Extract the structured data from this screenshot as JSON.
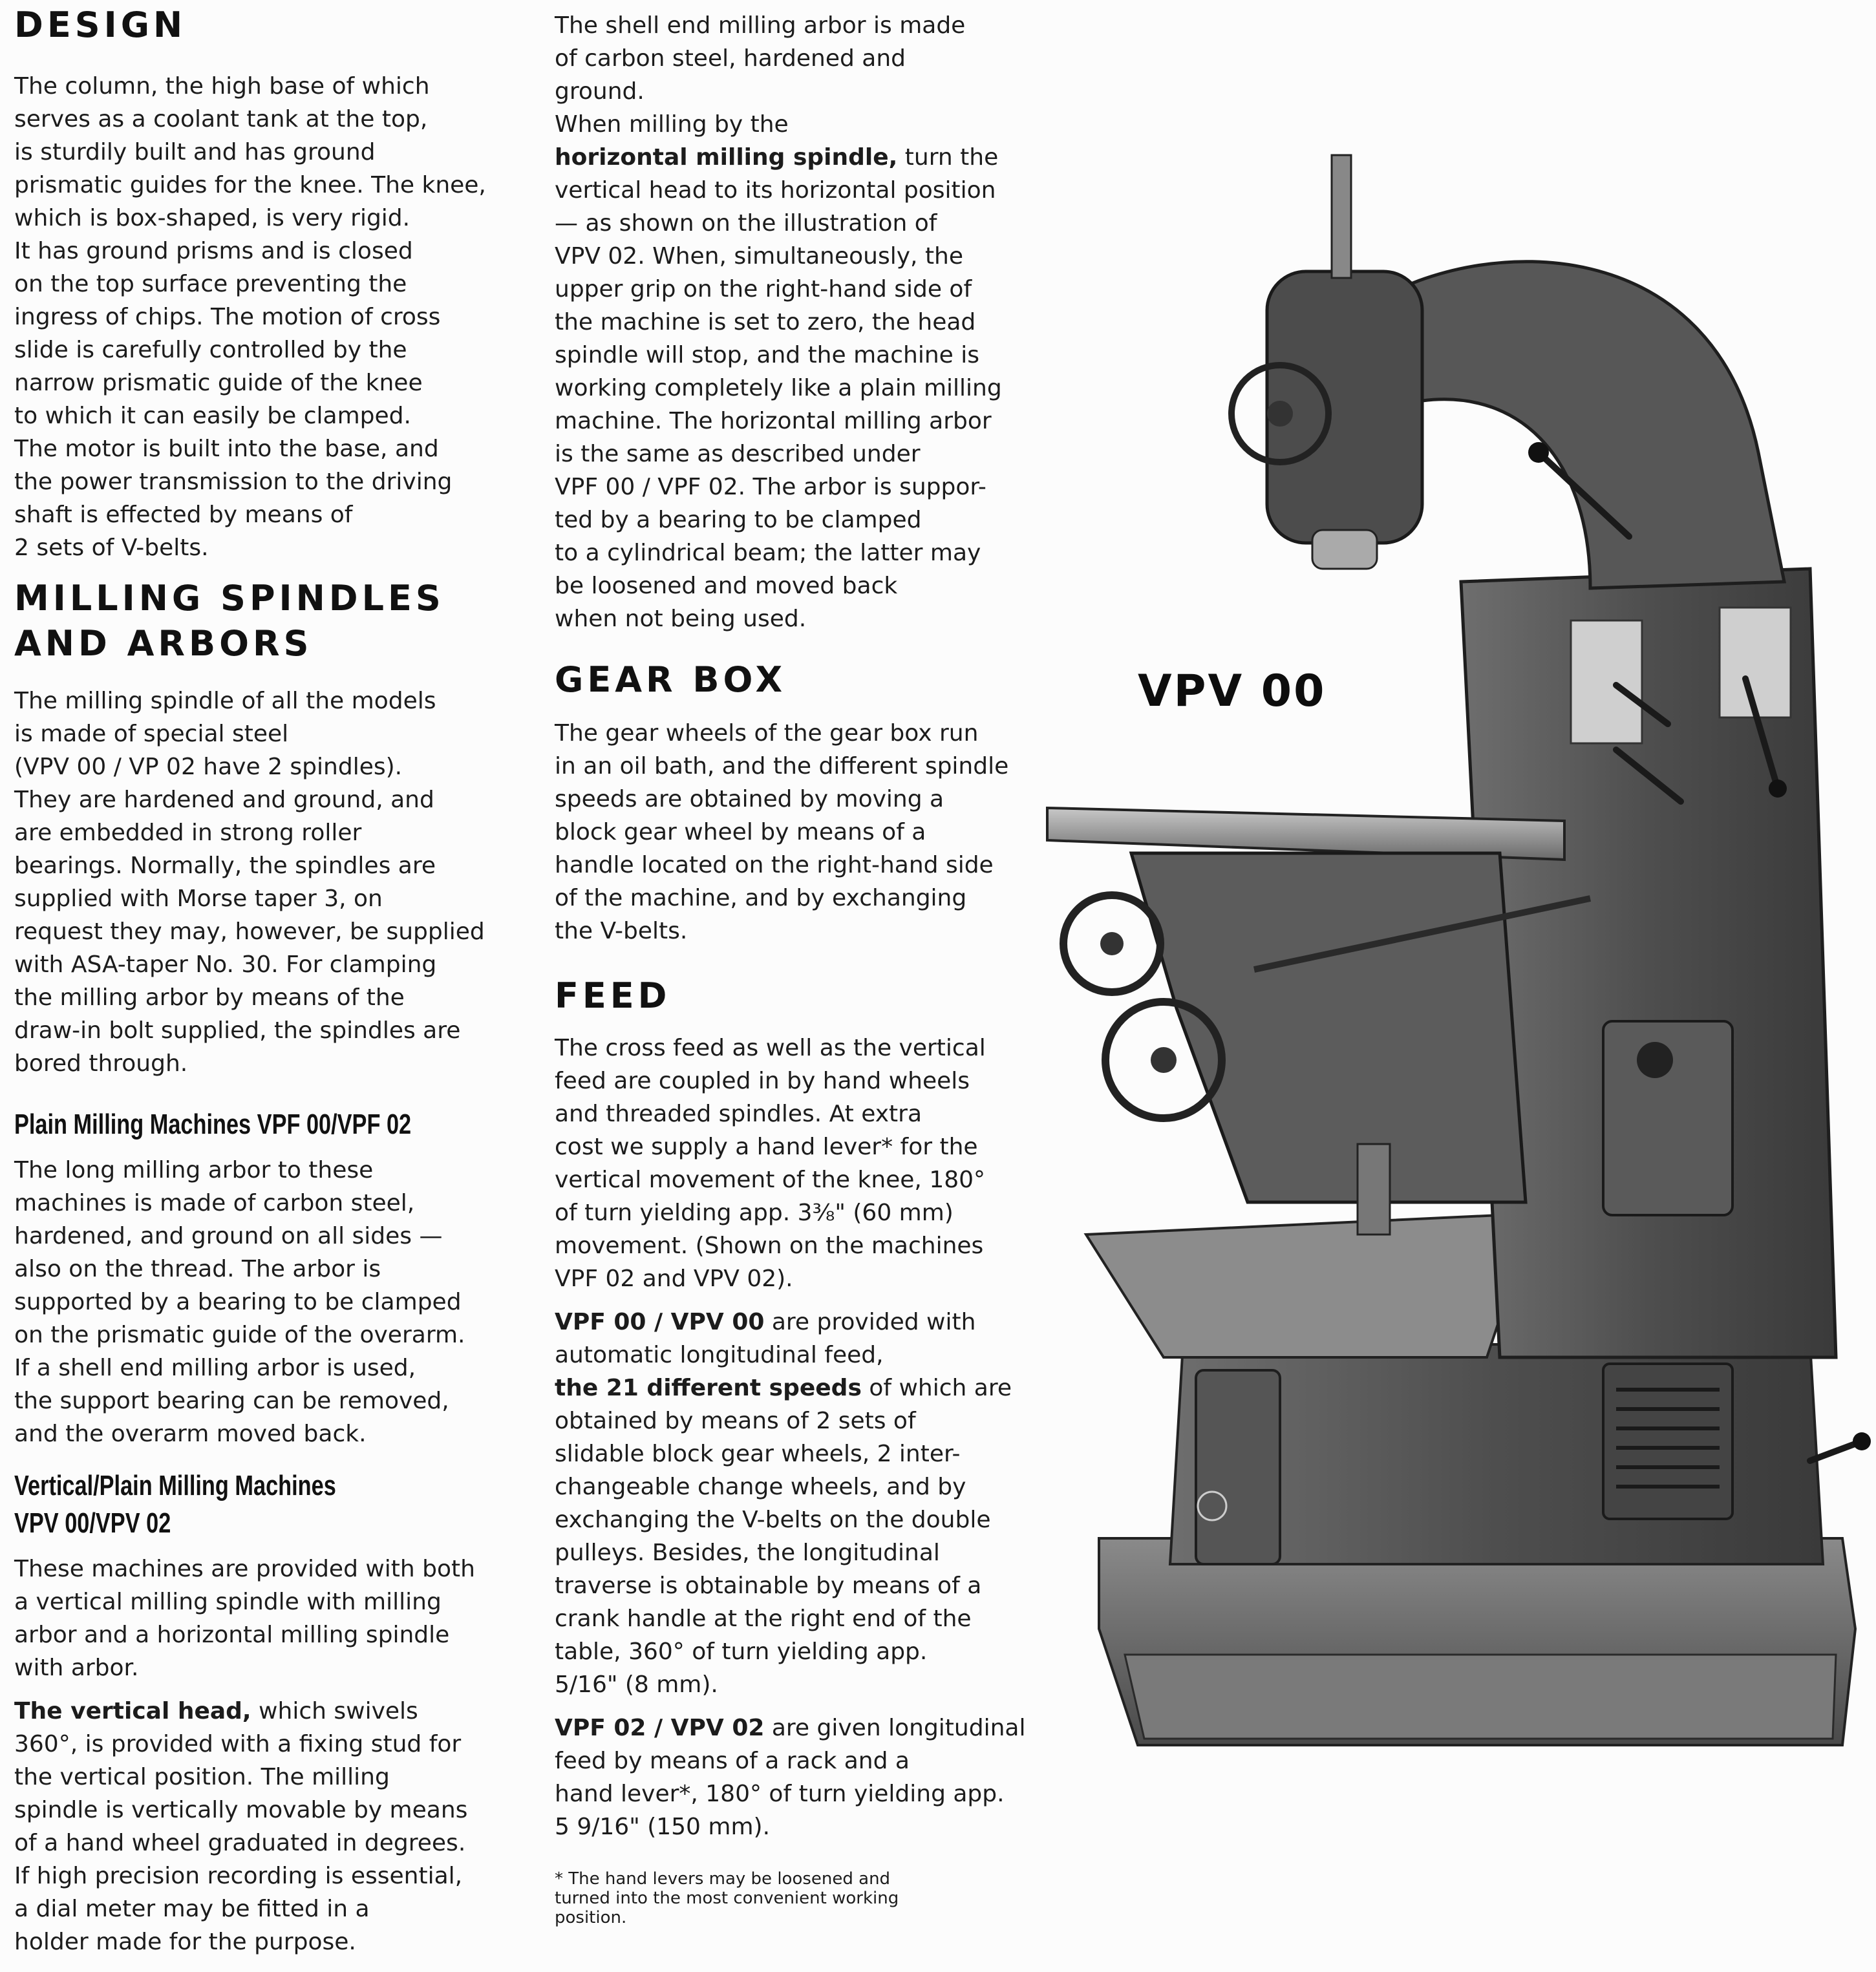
{
  "left": {
    "design_heading": "DESIGN",
    "design_text": "The column, the high base of which\nserves as a coolant tank at the top,\nis sturdily built and has ground\nprismatic guides for the knee. The knee,\nwhich is box-shaped, is very rigid.\nIt has ground prisms and is closed\non the top surface preventing the\ningress of chips. The motion of cross\nslide is carefully controlled by the\nnarrow prismatic guide of the knee\nto which it can easily be clamped.\nThe motor is built into the base, and\nthe power transmission to the driving\nshaft is effected by means of\n2 sets of V-belts.",
    "spindles_heading_line1": "MILLING SPINDLES",
    "spindles_heading_line2": "AND ARBORS",
    "spindles_text": "The milling spindle of all the models\nis made of special steel\n(VPV 00 / VP 02 have 2 spindles).\nThey are hardened and ground, and\nare embedded in strong roller\nbearings. Normally, the spindles are\nsupplied with Morse taper 3, on\nrequest they may, however, be supplied\nwith ASA-taper No. 30. For clamping\nthe milling arbor by means of the\ndraw-in bolt supplied, the spindles are\nbored through.",
    "plain_heading": "Plain Milling Machines VPF 00/VPF 02",
    "plain_text": "The long milling arbor to these\nmachines is made of carbon steel,\nhardened, and ground on all sides —\nalso on the thread. The arbor is\nsupported by a bearing to be clamped\non the prismatic guide of the overarm.\nIf a shell end milling arbor is used,\nthe support bearing can be removed,\nand the overarm moved back.",
    "vertical_heading_line1": "Vertical/Plain Milling Machines",
    "vertical_heading_line2": "VPV 00/VPV 02",
    "vertical_text": "These machines are provided with both\na vertical milling spindle with milling\narbor and a horizontal milling spindle\nwith arbor.",
    "vhead_bold": "The vertical head,",
    "vhead_text": " which swivels\n360°, is provided with a fixing stud for\nthe vertical position. The milling\nspindle is vertically movable by means\nof a hand wheel graduated in degrees.\nIf high precision recording is essential,\na dial meter may be fitted in a\nholder made for the purpose."
  },
  "middle": {
    "shell_text": "The shell end milling arbor is made\nof carbon steel, hardened and\nground.\nWhen milling by the",
    "hspindle_bold": "horizontal milling spindle,",
    "hspindle_text": " turn the\nvertical head to its horizontal position\n— as shown on the illustration of\nVPV 02. When, simultaneously, the\nupper grip on the right-hand side of\nthe machine is set to zero, the head\nspindle will stop, and the machine is\nworking completely like a plain milling\nmachine. The horizontal milling arbor\nis the same as described under\nVPF 00 / VPF 02. The arbor is suppor-\nted by a bearing to be clamped\nto a cylindrical beam; the latter may\nbe loosened and moved back\nwhen not being used.",
    "gearbox_heading": "GEAR BOX",
    "gearbox_text": "The gear wheels of the gear box run\nin an oil bath, and the different spindle\nspeeds are obtained by moving a\nblock gear wheel by means of a\nhandle located on the right-hand side\nof the machine, and by exchanging\nthe V-belts.",
    "feed_heading": "FEED",
    "feed_text": "The cross feed as well as the vertical\nfeed are coupled in by hand wheels\nand threaded spindles. At extra\ncost we supply a hand lever* for the\nvertical movement of the knee, 180°\nof turn yielding app. 3⅜\" (60 mm)\nmovement. (Shown on the machines\nVPF 02 and VPV 02).",
    "vpf00_bold": "VPF 00 / VPV 00",
    "vpf00_text1": " are provided with\nautomatic longitudinal feed,\n",
    "speeds_bold": "the 21 different speeds",
    "vpf00_text2": " of which are\nobtained by means of 2 sets of\nslidable block gear wheels, 2 inter-\nchangeable change wheels, and by\nexchanging the V-belts on the double\npulleys. Besides, the longitudinal\ntraverse is obtainable by means of a\ncrank handle at the right end of the\ntable, 360° of turn yielding app.\n5/16\" (8 mm).",
    "vpf02_bold": "VPF 02 / VPV 02",
    "vpf02_text": " are given longitudinal\nfeed by means of a rack and a\nhand lever*, 180° of turn yielding app.\n5 9/16\" (150 mm).",
    "footnote": "* The hand levers may be loosened and\n  turned into the most convenient working\n  position."
  },
  "figure": {
    "model_label": "VPV 00",
    "machine_icon": "milling-machine-illustration",
    "colors": {
      "body": "#5a5a5a",
      "dark": "#2a2a2a",
      "light": "#9a9a9a",
      "paper": "#fcfcfc"
    }
  }
}
